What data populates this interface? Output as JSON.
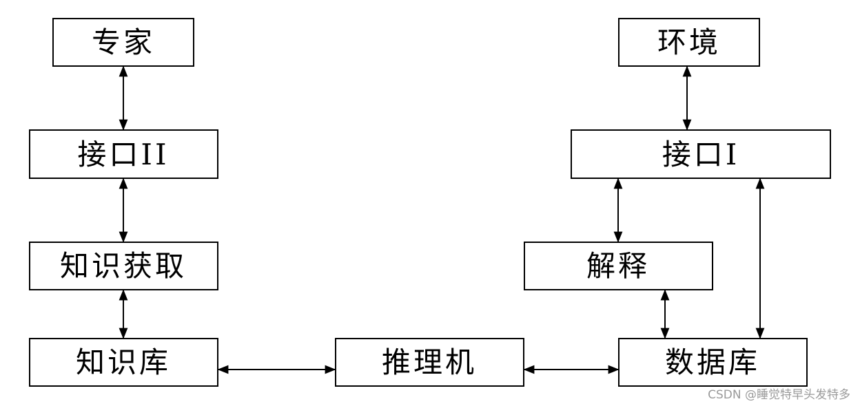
{
  "nodes": {
    "expert": "专家",
    "interface2": "接口II",
    "knowledge_acquisition": "知识获取",
    "knowledge_base": "知识库",
    "inference_engine": "推理机",
    "database": "数据库",
    "explanation": "解释",
    "interface1": "接口Ⅰ",
    "environment": "环境"
  },
  "watermark": "CSDN @睡觉特早头发特多"
}
